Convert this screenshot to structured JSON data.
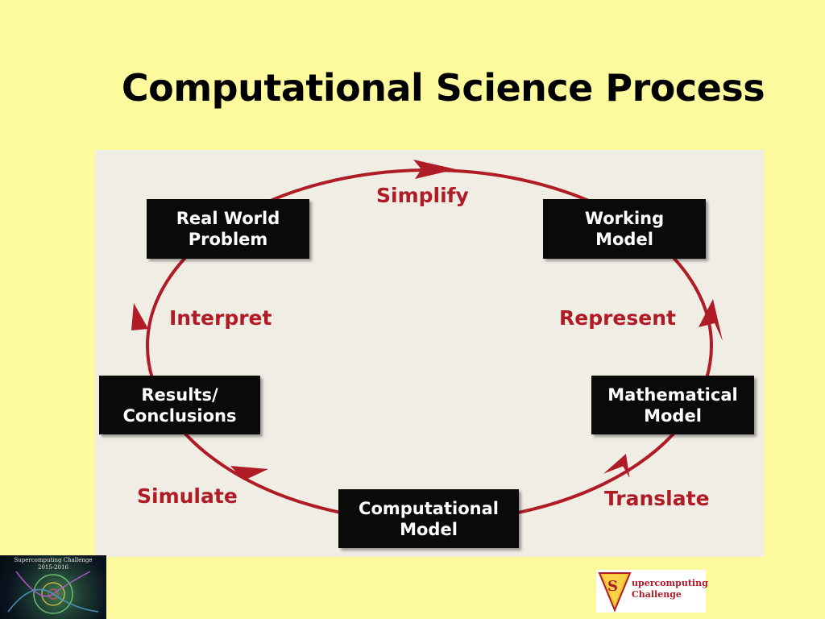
{
  "title": "Computational Science Process",
  "nodes": {
    "real_world": [
      "Real World",
      "Problem"
    ],
    "working_model": [
      "Working",
      "Model"
    ],
    "mathematical_model": [
      "Mathematical",
      "Model"
    ],
    "computational_model": [
      "Computational",
      "Model"
    ],
    "results": [
      "Results/",
      "Conclusions"
    ]
  },
  "edges": {
    "simplify": "Simplify",
    "represent": "Represent",
    "translate": "Translate",
    "simulate": "Simulate",
    "interpret": "Interpret"
  },
  "logos": {
    "left_caption": [
      "Supercomputing Challenge",
      "2015-2016"
    ],
    "right_letter": "S",
    "right_brand": [
      "upercomputing",
      "Challenge"
    ]
  },
  "colors": {
    "background": "#fdf99d",
    "panel": "#efede4",
    "arrow": "#b01c26",
    "node_fill": "#0a0a0a",
    "node_text": "#ffffff"
  }
}
